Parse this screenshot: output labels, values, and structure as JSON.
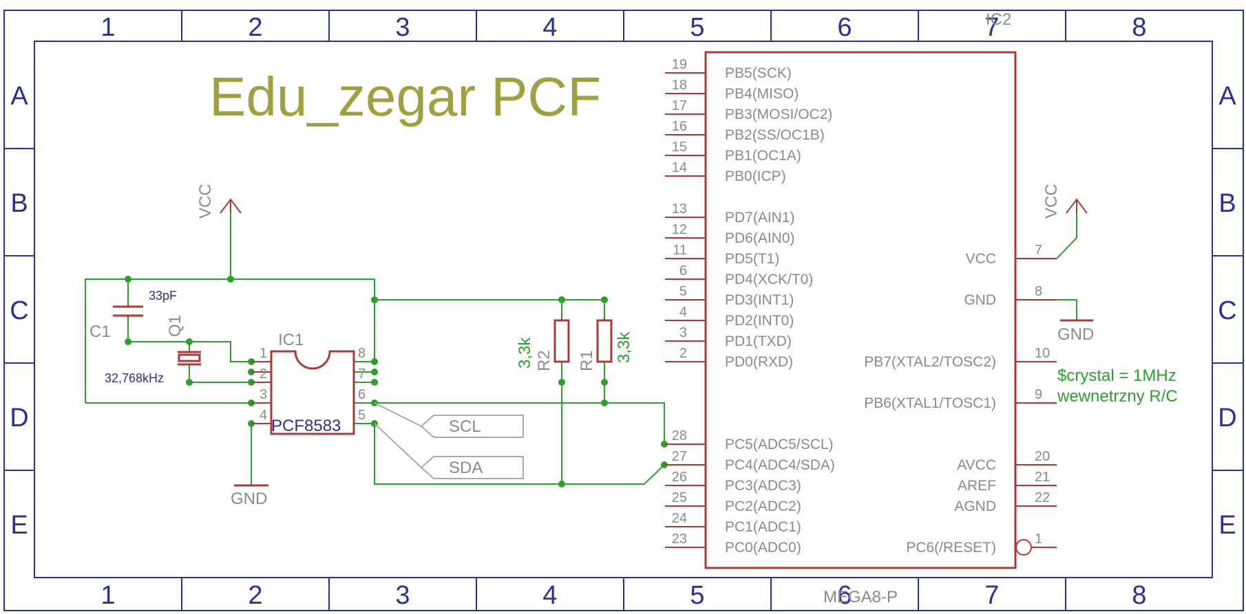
{
  "sheet": {
    "columns": [
      "1",
      "2",
      "3",
      "4",
      "5",
      "6",
      "7",
      "8"
    ],
    "rows": [
      "A",
      "B",
      "C",
      "D",
      "E"
    ]
  },
  "title": "Edu_zegar PCF",
  "supply": {
    "vcc_left": "VCC",
    "vcc_right": "VCC",
    "gnd_left": "GND",
    "gnd_right": "GND"
  },
  "c1": {
    "name": "C1",
    "value": "33pF"
  },
  "q1": {
    "name": "Q1",
    "value": "32,768kHz"
  },
  "ic1": {
    "name": "IC1",
    "part": "PCF8583",
    "pins_left": [
      "1",
      "2",
      "3",
      "4"
    ],
    "pins_right": [
      "8",
      "7",
      "6",
      "5"
    ]
  },
  "r1": {
    "name": "R1",
    "value": "3,3k"
  },
  "r2": {
    "name": "R2",
    "value": "3,3k"
  },
  "net_labels": {
    "scl": "SCL",
    "sda": "SDA"
  },
  "ic2": {
    "name": "IC2",
    "part": "MEGA8-P",
    "left_pins": [
      {
        "num": "19",
        "label": "PB5(SCK)"
      },
      {
        "num": "18",
        "label": "PB4(MISO)"
      },
      {
        "num": "17",
        "label": "PB3(MOSI/OC2)"
      },
      {
        "num": "16",
        "label": "PB2(SS/OC1B)"
      },
      {
        "num": "15",
        "label": "PB1(OC1A)"
      },
      {
        "num": "14",
        "label": "PB0(ICP)"
      },
      {
        "num": "13",
        "label": "PD7(AIN1)"
      },
      {
        "num": "12",
        "label": "PD6(AIN0)"
      },
      {
        "num": "11",
        "label": "PD5(T1)"
      },
      {
        "num": "6",
        "label": "PD4(XCK/T0)"
      },
      {
        "num": "5",
        "label": "PD3(INT1)"
      },
      {
        "num": "4",
        "label": "PD2(INT0)"
      },
      {
        "num": "3",
        "label": "PD1(TXD)"
      },
      {
        "num": "2",
        "label": "PD0(RXD)"
      },
      {
        "num": "28",
        "label": "PC5(ADC5/SCL)"
      },
      {
        "num": "27",
        "label": "PC4(ADC4/SDA)"
      },
      {
        "num": "26",
        "label": "PC3(ADC3)"
      },
      {
        "num": "25",
        "label": "PC2(ADC2)"
      },
      {
        "num": "24",
        "label": "PC1(ADC1)"
      },
      {
        "num": "23",
        "label": "PC0(ADC0)"
      }
    ],
    "right_pins": [
      {
        "num": "7",
        "label": "VCC"
      },
      {
        "num": "8",
        "label": "GND"
      },
      {
        "num": "10",
        "label": "PB7(XTAL2/TOSC2)"
      },
      {
        "num": "9",
        "label": "PB6(XTAL1/TOSC1)"
      },
      {
        "num": "20",
        "label": "AVCC"
      },
      {
        "num": "21",
        "label": "AREF"
      },
      {
        "num": "22",
        "label": "AGND"
      },
      {
        "num": "1",
        "label": "PC6(/RESET)"
      }
    ]
  },
  "note": {
    "line1": "$crystal = 1MHz",
    "line2": "wewnetrzny R/C"
  },
  "colors": {
    "frame": "#2b2f9a",
    "wire": "#2ca02c",
    "part": "#a83a3a",
    "pin_text": "#8a8a8a",
    "title": "#a0a040"
  }
}
